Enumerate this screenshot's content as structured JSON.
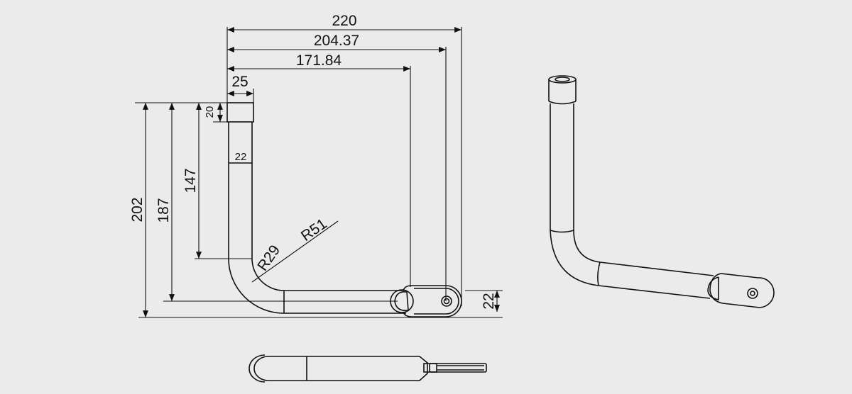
{
  "drawing": {
    "dimensions": {
      "overall_width": "220",
      "width_to_hole": "204.37",
      "width_to_plate": "171.84",
      "cap_width": "25",
      "cap_height": "20",
      "tube_diameter": "22",
      "overall_height": "202",
      "height_to_centerline": "187",
      "straight_height": "147",
      "inner_radius": "R29",
      "outer_radius": "R51",
      "plate_thickness": "22"
    },
    "colors": {
      "background": "#ebebeb",
      "line": "#111111"
    }
  }
}
